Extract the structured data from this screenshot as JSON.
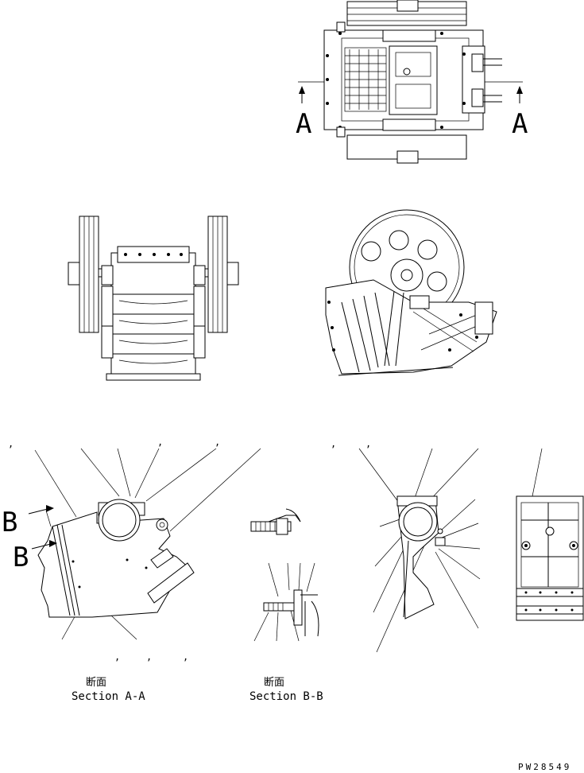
{
  "drawing": {
    "top_view_markers": [
      "A",
      "A"
    ],
    "side_view_markers": [
      "B",
      "B"
    ],
    "section_a": {
      "kanji": "断面",
      "caption": "Section A-A"
    },
    "section_b": {
      "kanji": "断面",
      "caption": "Section B-B"
    },
    "drawing_number": "PW28549"
  }
}
